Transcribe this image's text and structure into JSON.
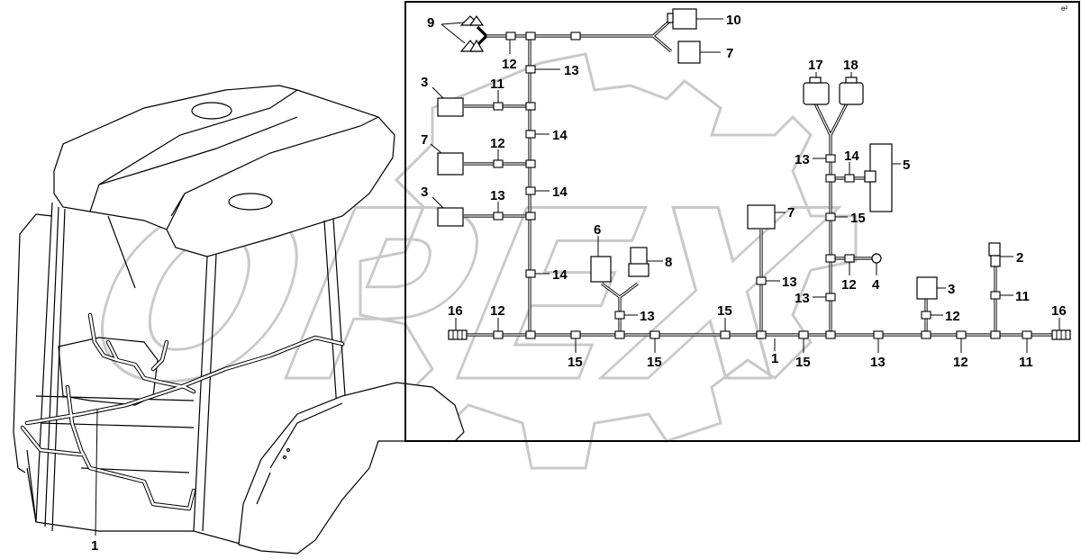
{
  "corner_mark": "e²",
  "watermark": "OPEX",
  "labels": {
    "l1_overview": "1",
    "l9": "9",
    "l10": "10",
    "l7_top": "7",
    "l12_top": "12",
    "l13_top": "13",
    "l3_a": "3",
    "l11_a": "11",
    "l14_a": "14",
    "l7_left": "7",
    "l12_left": "12",
    "l14_b": "14",
    "l3_b": "3",
    "l13_left": "13",
    "l14_c": "14",
    "l16_left": "16",
    "l12_bottom_left": "12",
    "l15_a": "15",
    "l15_b": "15",
    "l6": "6",
    "l8": "8",
    "l13_mid": "13",
    "l15_c": "15",
    "l7_mid": "7",
    "l13_vert": "13",
    "l1_main": "1",
    "l15_d": "15",
    "l17": "17",
    "l18": "18",
    "l13_right": "13",
    "l14_right": "14",
    "l5": "5",
    "l15_right": "15",
    "l12_right": "12",
    "l4": "4",
    "l13_right_low": "13",
    "l13_bottom": "13",
    "l3_right": "3",
    "l12_right_low": "12",
    "l2": "2",
    "l11_right": "11",
    "l12_bottom_right": "12",
    "l11_bottom": "11",
    "l16_right": "16"
  }
}
